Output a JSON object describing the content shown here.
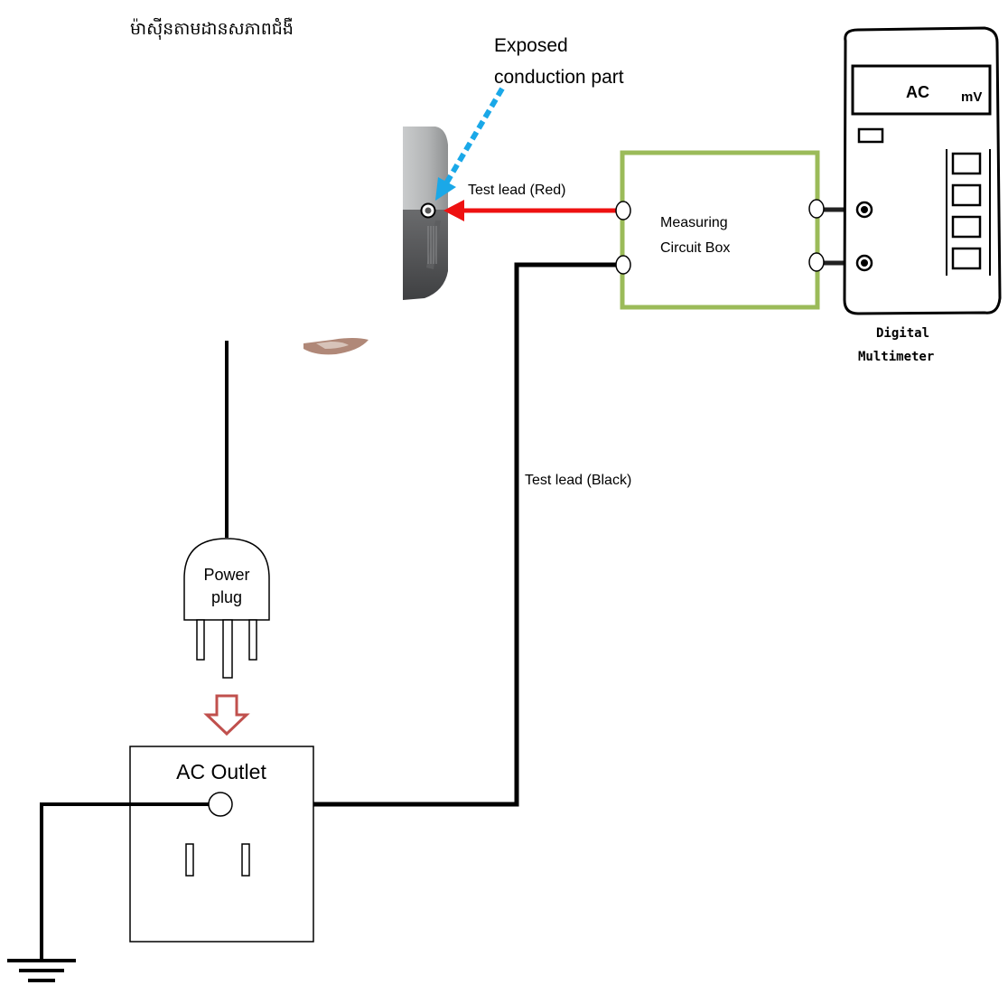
{
  "device": {
    "title": "ម៉ាស៊ីនតាមដានសភាពជំងឺ"
  },
  "labels": {
    "exposed_part_line1": "Exposed",
    "exposed_part_line2": "conduction part",
    "red_lead": "Test lead (Red)",
    "black_lead": "Test lead (Black)",
    "circuit_box_line1": "Measuring",
    "circuit_box_line2": "Circuit Box",
    "plug_line1": "Power",
    "plug_line2": "plug",
    "outlet": "AC Outlet"
  },
  "multimeter": {
    "display_mode": "AC",
    "display_unit": "mV",
    "caption_line1": "Digital",
    "caption_line2": "Multimeter"
  },
  "colors": {
    "red_lead": "#ee1111",
    "black_lead": "#000000",
    "circuit_box_border": "#9bbb59",
    "pointer_arrow": "#1aa8e8",
    "insert_arrow": "#c0504d"
  }
}
